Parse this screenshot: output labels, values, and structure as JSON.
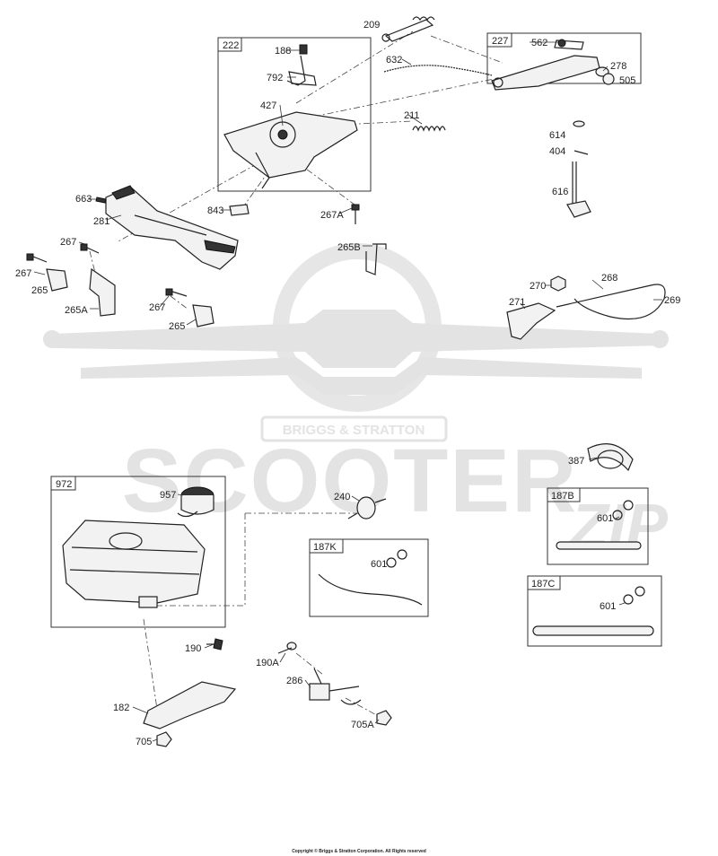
{
  "watermark": {
    "brand": "BRIGGS & STRATTON",
    "main": "SCOOTER",
    "suffix": "ZIP"
  },
  "boxes": [
    {
      "id": "222"
    },
    {
      "id": "227"
    },
    {
      "id": "972"
    },
    {
      "id": "187K"
    },
    {
      "id": "187B"
    },
    {
      "id": "187C"
    }
  ],
  "labels": [
    "209",
    "188",
    "792",
    "427",
    "632",
    "562",
    "278",
    "505",
    "211",
    "614",
    "404",
    "616",
    "663",
    "281",
    "843",
    "267A",
    "267",
    "265B",
    "267",
    "265",
    "265A",
    "267",
    "265",
    "270",
    "268",
    "271",
    "269",
    "387",
    "957",
    "240",
    "601",
    "601",
    "601",
    "190",
    "190A",
    "286",
    "182",
    "705",
    "705A"
  ],
  "copyright": "Copyright © Briggs & Stratton Corporation. All Rights reserved"
}
